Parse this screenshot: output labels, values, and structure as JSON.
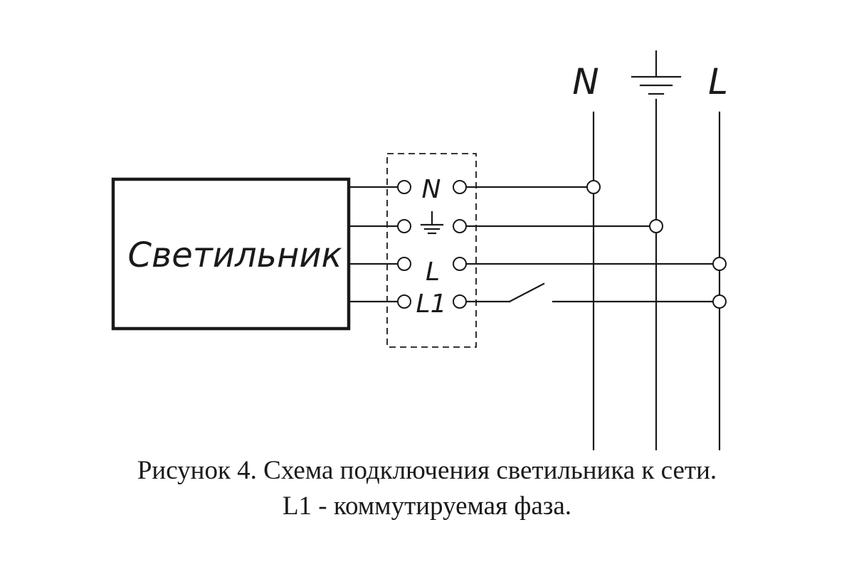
{
  "diagram": {
    "device_label": "Светильник",
    "bus_labels": {
      "neutral": "N",
      "phase": "L"
    },
    "terminal_labels": {
      "neutral": "N",
      "phase": "L",
      "switched_phase": "L1"
    }
  },
  "caption": {
    "line1": "Рисунок 4. Схема подключения светильника к сети.",
    "line2": "L1 - коммутируемая фаза."
  }
}
